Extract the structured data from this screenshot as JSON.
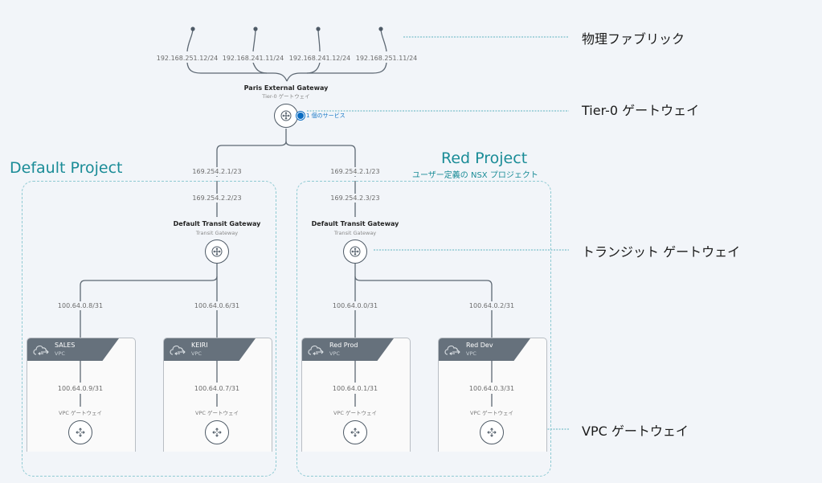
{
  "colors": {
    "background": "#f2f5f9",
    "wire": "#5d6873",
    "project_accent": "#1a8c97",
    "project_border": "#8fcad3",
    "service_blue": "#0a6cc2",
    "vpc_header": "#66717c"
  },
  "physical_fabric": {
    "uplinks": [
      {
        "ip": "192.168.251.12/24"
      },
      {
        "ip": "192.168.241.11/24"
      },
      {
        "ip": "192.168.241.12/24"
      },
      {
        "ip": "192.168.251.11/24"
      }
    ]
  },
  "tier0": {
    "name": "Paris External Gateway",
    "type": "Tier-0 ゲートウェイ",
    "icon": "router-icon",
    "service_badge": "1 個のサービス"
  },
  "projects": [
    {
      "title": "Default Project",
      "subtitle": "",
      "uplink_ip": "169.254.2.1/23",
      "transit_ip": "169.254.2.2/23",
      "transit_gateway": {
        "name": "Default Transit Gateway",
        "type": "Transit Gateway",
        "icon": "router-icon"
      },
      "vpcs": [
        {
          "name": "SALES",
          "type": "VPC",
          "tgw_ip": "100.64.0.8/31",
          "vpc_ip": "100.64.0.9/31",
          "gateway_label": "VPC ゲートウェイ",
          "icon": "cloud-vpc-icon"
        },
        {
          "name": "KEIRI",
          "type": "VPC",
          "tgw_ip": "100.64.0.6/31",
          "vpc_ip": "100.64.0.7/31",
          "gateway_label": "VPC ゲートウェイ",
          "icon": "cloud-vpc-icon"
        }
      ]
    },
    {
      "title": "Red Project",
      "subtitle": "ユーザー定義の NSX プロジェクト",
      "uplink_ip": "169.254.2.1/23",
      "transit_ip": "169.254.2.3/23",
      "transit_gateway": {
        "name": "Default Transit Gateway",
        "type": "Transit Gateway",
        "icon": "router-icon"
      },
      "vpcs": [
        {
          "name": "Red Prod",
          "type": "VPC",
          "tgw_ip": "100.64.0.0/31",
          "vpc_ip": "100.64.0.1/31",
          "gateway_label": "VPC ゲートウェイ",
          "icon": "cloud-vpc-icon"
        },
        {
          "name": "Red Dev",
          "type": "VPC",
          "tgw_ip": "100.64.0.2/31",
          "vpc_ip": "100.64.0.3/31",
          "gateway_label": "VPC ゲートウェイ",
          "icon": "cloud-vpc-icon"
        }
      ]
    }
  ],
  "legend": [
    {
      "label": "物理ファブリック"
    },
    {
      "label": "Tier-0 ゲートウェイ"
    },
    {
      "label": "トランジット ゲートウェイ"
    },
    {
      "label": "VPC ゲートウェイ"
    }
  ]
}
